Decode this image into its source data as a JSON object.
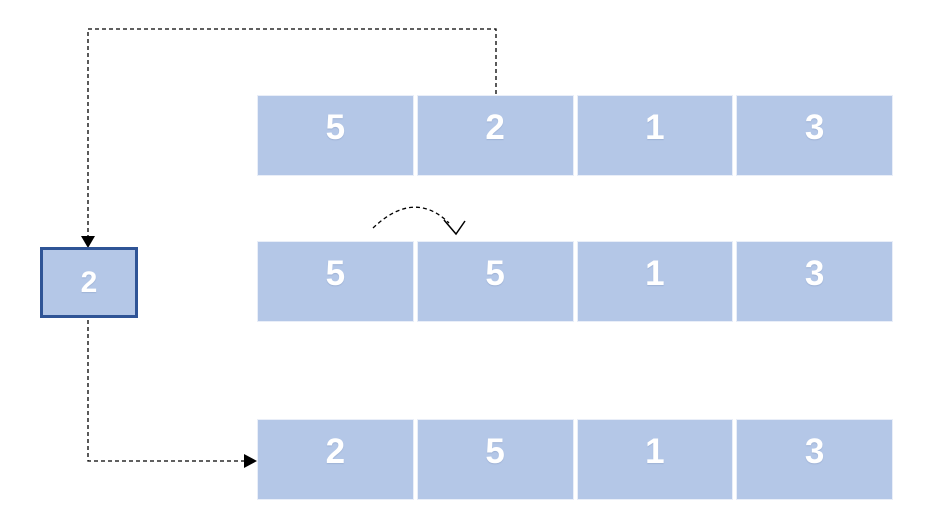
{
  "diagram": {
    "held_value_box": {
      "value": "2"
    },
    "rows": [
      {
        "cells": [
          "5",
          "2",
          "1",
          "3"
        ]
      },
      {
        "cells": [
          "5",
          "5",
          "1",
          "3"
        ]
      },
      {
        "cells": [
          "2",
          "5",
          "1",
          "3"
        ]
      }
    ],
    "colors": {
      "cell_fill": "#b4c7e7",
      "box_border": "#2f5496",
      "value_text": "#ffffff",
      "connector": "#000000"
    }
  }
}
